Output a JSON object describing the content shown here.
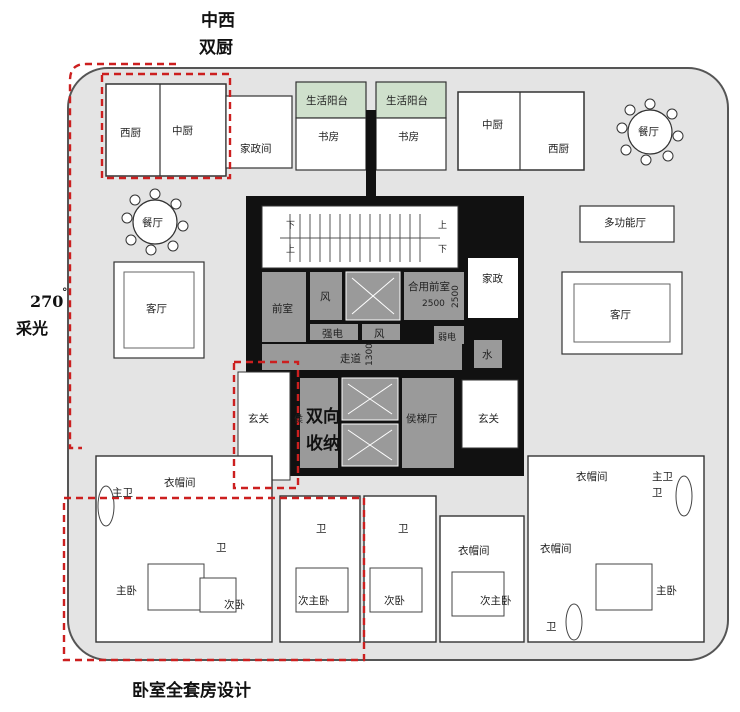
{
  "annotations": {
    "top_line1": "中西",
    "top_line2": "双厨",
    "left_line1": "270",
    "left_degree": "°",
    "left_line2": "采光",
    "center_line1": "双向",
    "center_line2": "收纳",
    "bottom": "卧室全套房设计"
  },
  "rooms": {
    "west_kitchen_left": "西厨",
    "chinese_kitchen_left": "中厨",
    "housekeeping_left": "家政间",
    "balcony_left": "生活阳台",
    "balcony_right": "生活阳台",
    "study_left": "书房",
    "study_right": "书房",
    "chinese_kitchen_right": "中厨",
    "west_kitchen_right": "西厨",
    "dining_right": "餐厅",
    "dining_left": "餐厅",
    "multi_room": "多功能厅",
    "living_left": "客厅",
    "living_right": "客厅",
    "front_room": "前室",
    "wind_1": "风",
    "wind_2": "风",
    "strong_elec": "强电",
    "weak_elec": "弱电",
    "shared_front": "合用前室",
    "dim_2500a": "2500",
    "dim_2500b": "2500",
    "dim_1300": "1300",
    "housekeeping_center": "家政",
    "water": "水",
    "corridor": "走道",
    "entry_left": "玄关",
    "entry_right": "玄关",
    "wait_lobby": "侯梯厅",
    "wait_lobby_left": "侯",
    "cloak_left": "衣帽间",
    "master_bath_left": "主卫",
    "toilet_1": "卫",
    "toilet_2": "卫",
    "toilet_3": "卫",
    "toilet_4": "卫",
    "toilet_5": "卫",
    "master_bed_left": "主卧",
    "second_bed_left": "次卧",
    "second_master_left": "次主卧",
    "second_bed_mid": "次卧",
    "second_master_right": "次主卧",
    "cloak_mid": "衣帽间",
    "cloak_right_a": "衣帽间",
    "cloak_right_b": "衣帽间",
    "master_bath_right": "主卫",
    "master_bed_right": "主卧",
    "stair_up_left": "上",
    "stair_down_left": "下",
    "stair_up_right": "上",
    "stair_down_right": "下"
  },
  "colors": {
    "floor": "#e4e4e4",
    "wall": "#111111",
    "core": "#9a9a9a",
    "balcony": "#cfe0cc",
    "dash": "#cc1f1f",
    "room": "#ffffff"
  }
}
